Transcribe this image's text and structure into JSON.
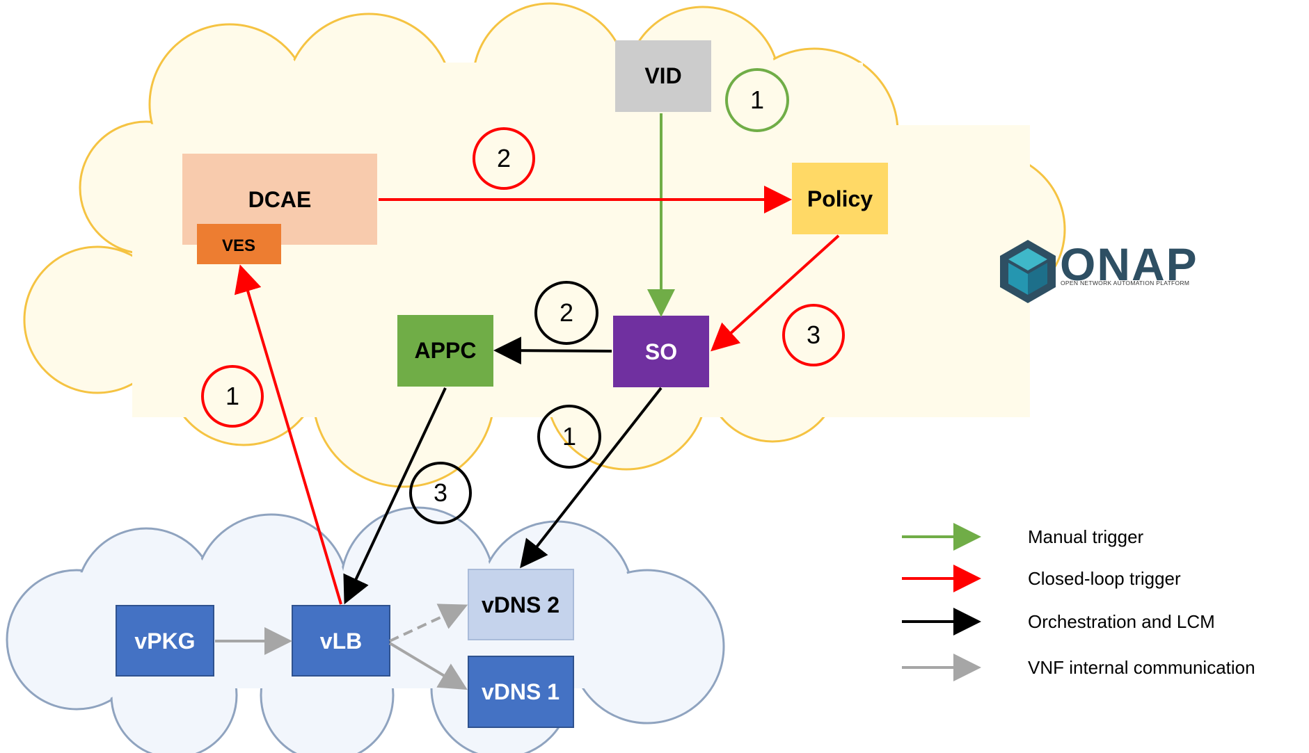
{
  "nodes": {
    "vid": "VID",
    "dcae": "DCAE",
    "ves": "VES",
    "policy": "Policy",
    "appc": "APPC",
    "so": "SO",
    "vpkg": "vPKG",
    "vlb": "vLB",
    "vdns2": "vDNS 2",
    "vdns1": "vDNS 1"
  },
  "steps": {
    "manual_1": "1",
    "closed_loop_1": "1",
    "closed_loop_2": "2",
    "closed_loop_3": "3",
    "orchestration_1": "1",
    "orchestration_2": "2",
    "orchestration_3": "3"
  },
  "legend": {
    "manual": "Manual trigger",
    "closed_loop": "Closed-loop trigger",
    "orchestration": "Orchestration and LCM",
    "vnf_internal": "VNF internal communication"
  },
  "logo": {
    "name": "ONAP",
    "tagline": "OPEN NETWORK AUTOMATION PLATFORM"
  },
  "colors": {
    "manual": "#70ad47",
    "closed_loop": "#ff0000",
    "orchestration": "#000000",
    "vnf_internal": "#a6a6a6",
    "cloud_fill": "#fffbea",
    "cloud_stroke": "#f5c342",
    "vid": "#cccccc",
    "dcae": "#f8cbad",
    "ves": "#ed7d31",
    "policy": "#ffd966",
    "appc": "#70ad47",
    "so": "#7030a0",
    "vnf": "#4472c4",
    "vdns2": "#c5d3ec"
  }
}
